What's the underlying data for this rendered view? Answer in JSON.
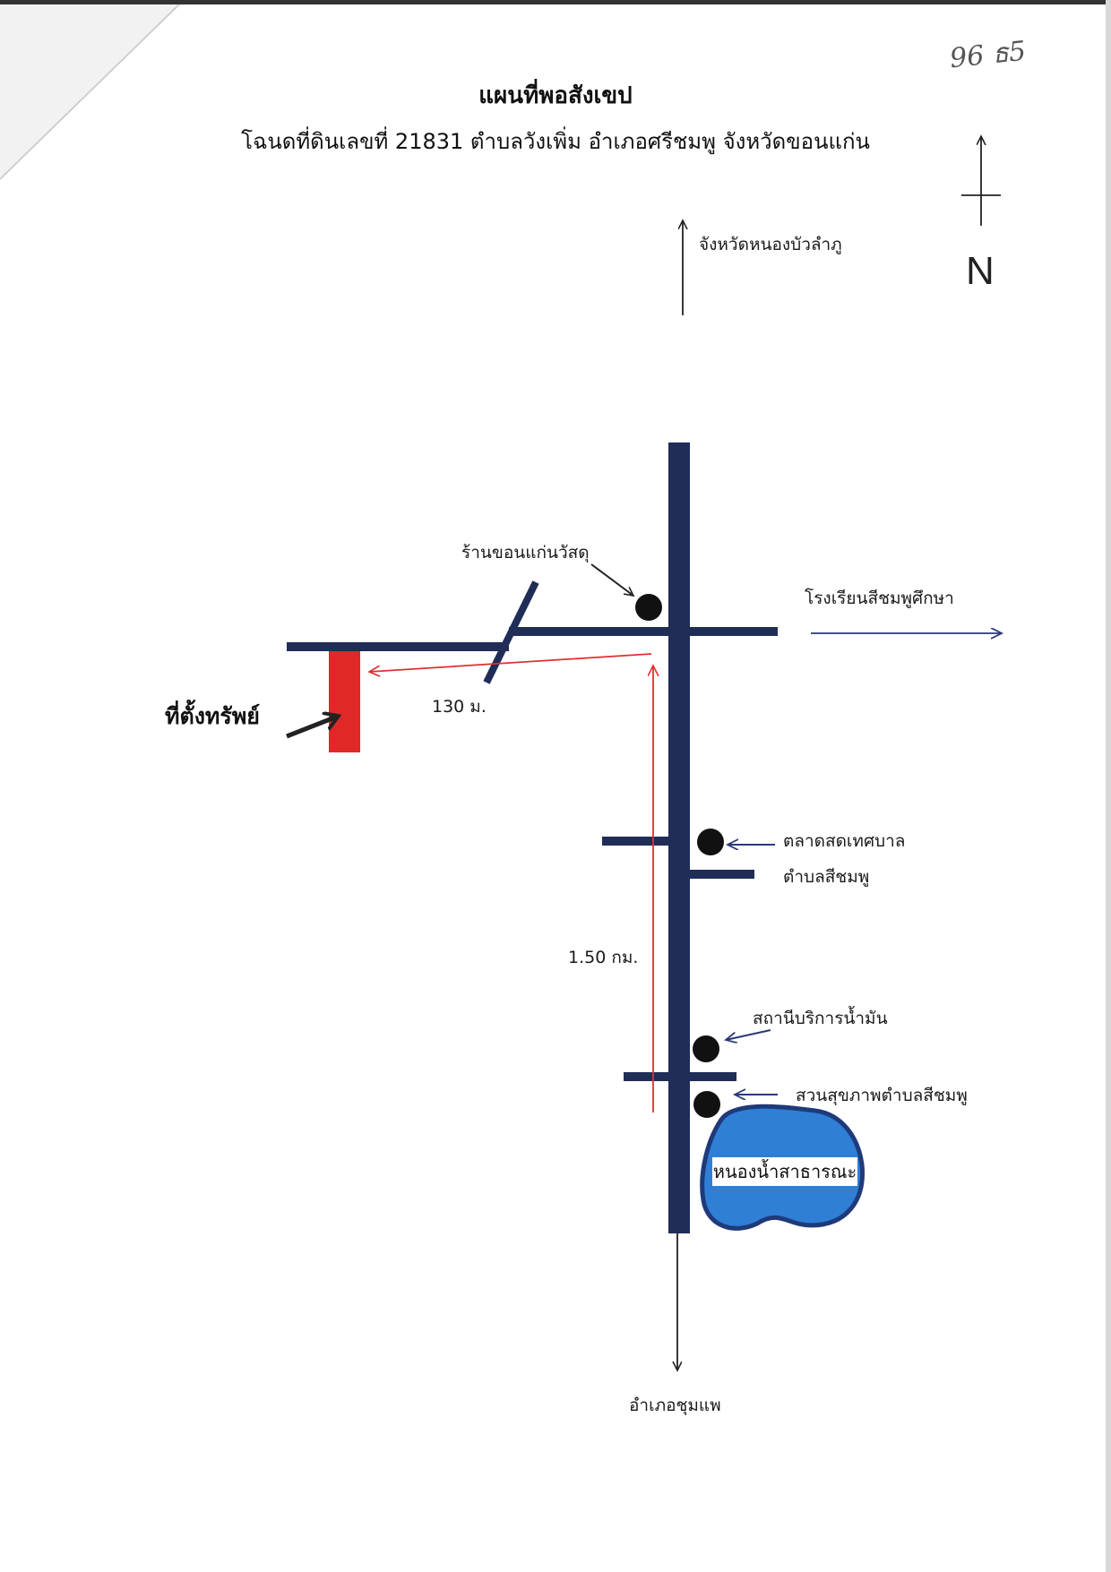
{
  "handwritten_note": "96 ธ5",
  "title": {
    "main": "แผนที่พอสังเขป",
    "sub": "โฉนดที่ดินเลขที่ 21831 ตำบลวังเพิ่ม อำเภอศรีชมพู จังหวัดขอนแก่น"
  },
  "compass": {
    "label": "N",
    "icon": "north-arrow-icon"
  },
  "labels": {
    "north_destination": "จังหวัดหนองบัวลำภู",
    "south_destination": "อำเภอชุมแพ",
    "east_destination": "โรงเรียนสีชมพูศึกษา",
    "property": "ที่ตั้งทรัพย์",
    "store": "ร้านขอนแก่นวัสดุ",
    "market_line1": "ตลาดสดเทศบาล",
    "market_line2": "ตำบลสีชมพู",
    "gas_station": "สถานีบริการน้ำมัน",
    "park": "สวนสุขภาพตำบลสีชมพู",
    "pond": "หนองน้ำสาธารณะ",
    "distance_short": "130 ม.",
    "distance_long": "1.50 กม."
  },
  "colors": {
    "road": "#1f2d57",
    "route": "#e03030",
    "property": "#e02828",
    "pond_fill": "#2f7fd6",
    "pond_stroke": "#1f3a7a",
    "poi": "#111111",
    "arrow": "#2a3a78"
  }
}
